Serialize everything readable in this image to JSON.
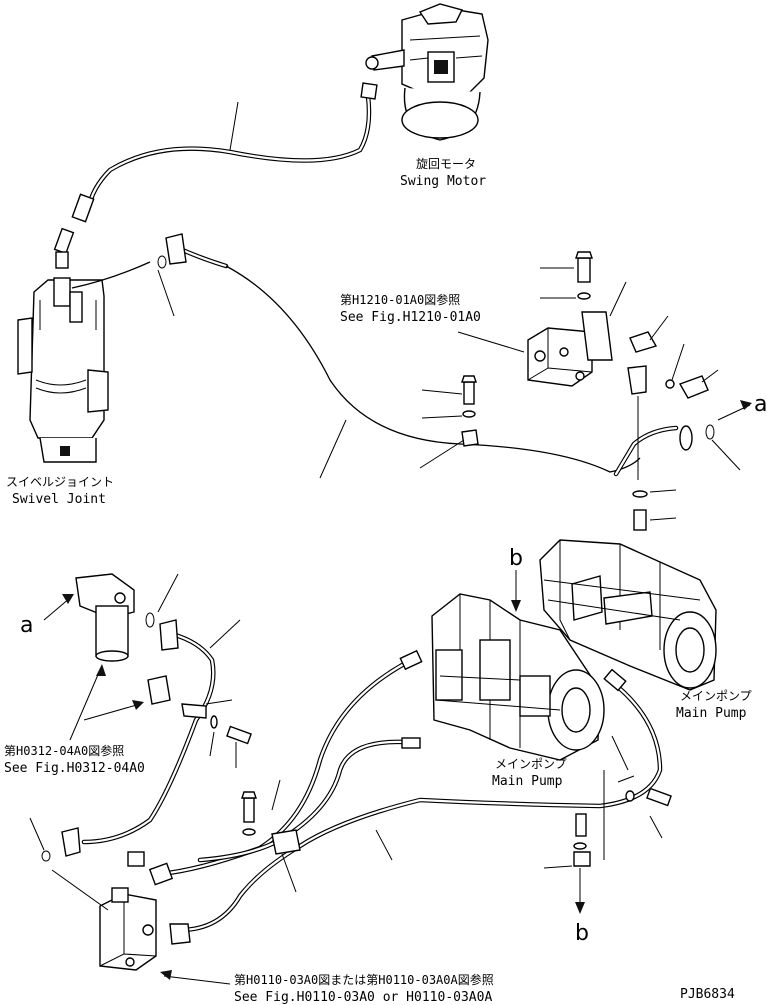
{
  "labels": {
    "swing_motor_jp": "旋回モータ",
    "swing_motor_en": "Swing Motor",
    "swivel_joint_jp": "スイベルジョイント",
    "swivel_joint_en": "Swivel Joint",
    "ref_h1210_jp": "第H1210-01A0図参照",
    "ref_h1210_en": "See Fig.H1210-01A0",
    "ref_h0312_jp": "第H0312-04A0図参照",
    "ref_h0312_en": "See Fig.H0312-04A0",
    "ref_h0110_jp": "第H0110-03A0図または第H0110-03A0A図参照",
    "ref_h0110_en": "See Fig.H0110-03A0 or H0110-03A0A",
    "main_pump_jp": "メインポンプ",
    "main_pump_en": "Main Pump",
    "main_pump2_jp": "メインポンプ",
    "main_pump2_en": "Main Pump",
    "marker_a_right": "a",
    "marker_a_left": "a",
    "marker_b_top": "b",
    "marker_b_bottom": "b",
    "drawing_code": "PJB6834"
  }
}
